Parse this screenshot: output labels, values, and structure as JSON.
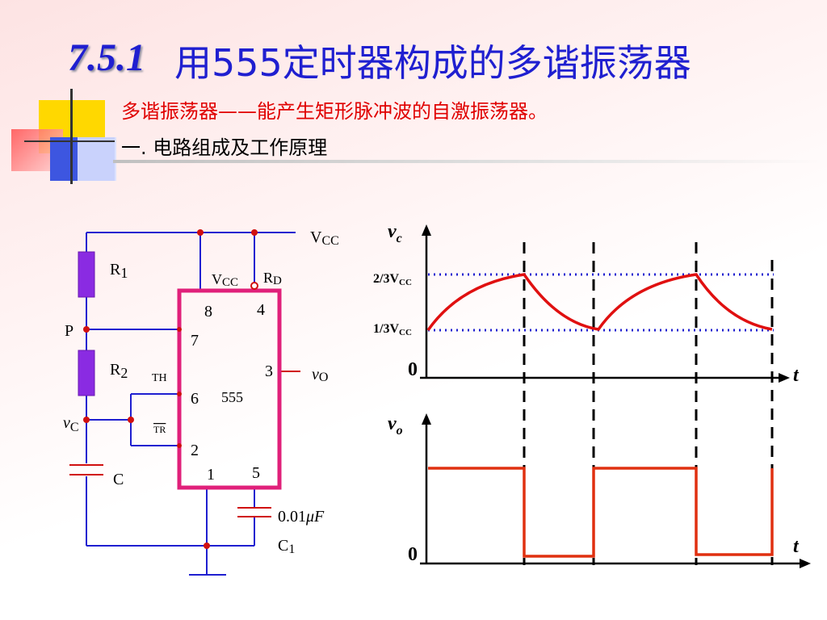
{
  "title": {
    "number": "7.5.1",
    "text": "用555定时器构成的多谐振荡器"
  },
  "subtitle": "多谐振荡器——能产生矩形脉冲波的自激振荡器。",
  "section": "一. 电路组成及工作原理",
  "circuit": {
    "vcc_top": "V",
    "vcc_top_sub": "CC",
    "r1": "R",
    "r1_sub": "1",
    "r2": "R",
    "r2_sub": "2",
    "p": "P",
    "vc": "v",
    "vc_sub": "C",
    "c": "C",
    "chip": "555",
    "th": "TH",
    "tr": "TR",
    "vcc_pin": "V",
    "vcc_pin_sub": "CC",
    "rd": "R",
    "rd_sub": "D",
    "pin8": "8",
    "pin4": "4",
    "pin7": "7",
    "pin3": "3",
    "pin6": "6",
    "pin2": "2",
    "pin1": "1",
    "pin5": "5",
    "vo": "v",
    "vo_sub": "O",
    "c1_value": "0.01",
    "c1_unit": "μF",
    "c1": "C",
    "c1_sub": "1"
  },
  "waveform": {
    "vc_axis": "v",
    "vc_axis_sub": "c",
    "level_high": "2/3V",
    "level_high_sub": "CC",
    "level_low": "1/3V",
    "level_low_sub": "CC",
    "zero_top": "0",
    "t_top": "t",
    "vo_axis": "v",
    "vo_axis_sub": "o",
    "zero_bottom": "0",
    "t_bottom": "t"
  },
  "colors": {
    "title": "#1f1fd0",
    "subtitle": "#e00000",
    "wire": "#1f1fd0",
    "chip": "#e0207a",
    "resistor": "#8a2be2",
    "node": "#d01010",
    "wave": "#e01010",
    "level_line": "#1f1fd0"
  }
}
